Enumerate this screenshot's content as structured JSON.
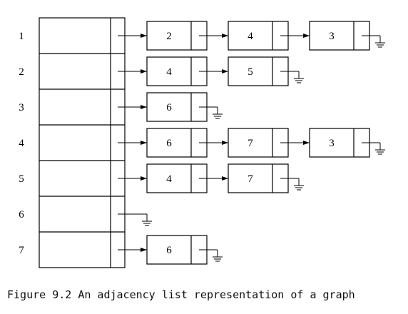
{
  "figure": {
    "caption": "Figure 9.2 An adjacency list representation of a graph"
  },
  "adjacency_list": [
    {
      "vertex": "1",
      "neighbors": [
        "2",
        "4",
        "3"
      ]
    },
    {
      "vertex": "2",
      "neighbors": [
        "4",
        "5"
      ]
    },
    {
      "vertex": "3",
      "neighbors": [
        "6"
      ]
    },
    {
      "vertex": "4",
      "neighbors": [
        "6",
        "7",
        "3"
      ]
    },
    {
      "vertex": "5",
      "neighbors": [
        "4",
        "7"
      ]
    },
    {
      "vertex": "6",
      "neighbors": []
    },
    {
      "vertex": "7",
      "neighbors": [
        "6"
      ]
    }
  ]
}
